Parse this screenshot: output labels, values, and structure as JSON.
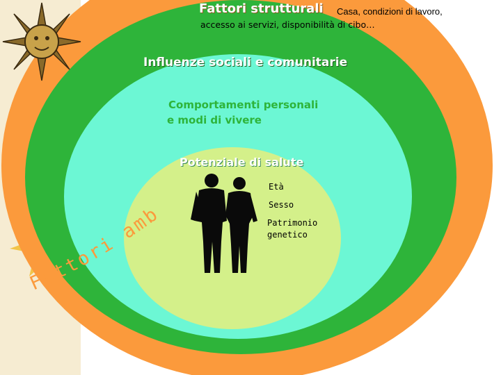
{
  "diagram": {
    "level1": {
      "title": "Fattori strutturali",
      "detail_line1": "Casa, condizioni di lavoro,",
      "detail_line2": "accesso ai servizi, disponibilità di cibo…"
    },
    "level2": {
      "label": "Influenze sociali e comunitarie"
    },
    "level3": {
      "line1": "Comportamenti personali",
      "line2": "e modi di vivere"
    },
    "level4": {
      "label": "Potenziale di salute"
    },
    "core": {
      "eta": "Età",
      "sesso": "Sesso",
      "genetic_line1": "Patrimonio",
      "genetic_line2": "genetico"
    },
    "curved_label": "Fattori ambientali"
  },
  "colors": {
    "outer_ring": "#fb9a3c",
    "social_ring": "#2eb43a",
    "behaviour_ring": "#6cf7d4",
    "core": "#d4f08a",
    "sidebar": "#f6ecd2",
    "sun": "#f2c03a"
  },
  "icons": [
    "sun-icon",
    "spike-sun-icon",
    "couple-silhouette-icon"
  ]
}
